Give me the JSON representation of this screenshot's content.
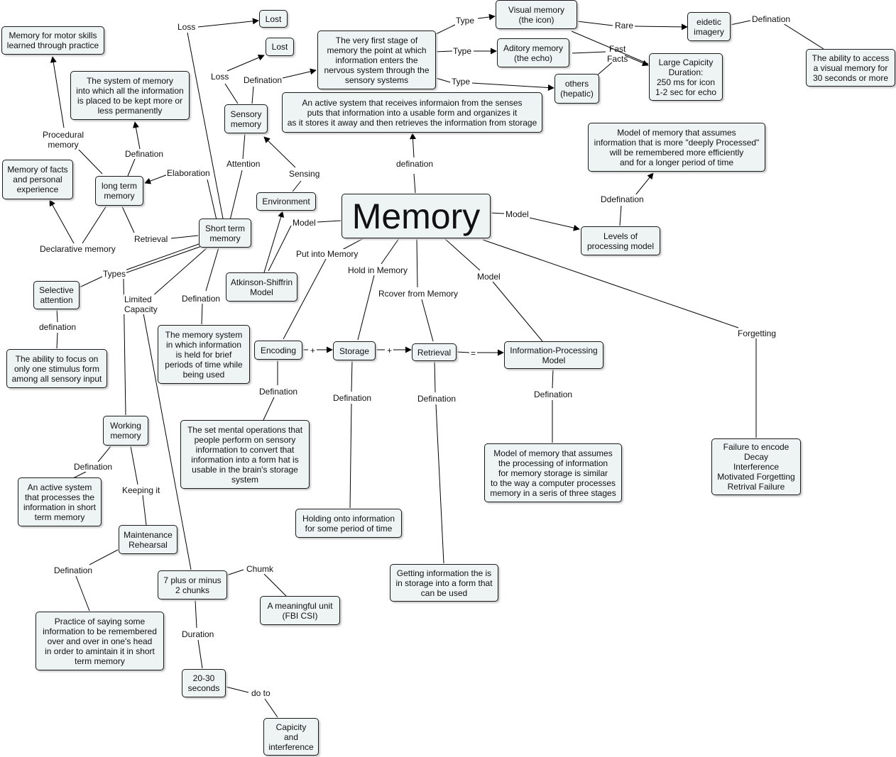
{
  "nodes": {
    "memory": "Memory",
    "memory_def": "An active system that receives informaion from the senses\nputs that information into a usable form and organizes it\nas it stores it away and then retrieves the information from storage",
    "sensory_memory": "Sensory\nmemory",
    "sensory_def": "The very first stage of\nmemory the point at which\ninformation enters the\nnervous system through the\nsensory systems",
    "lost_1": "Lost",
    "lost_2": "Lost",
    "visual_memory": "Visual memory\n(the icon)",
    "auditory_memory": "Aditory memory\n(the echo)",
    "others": "others\n(hepatic)",
    "eidetic": "eidetic\nimagery",
    "eidetic_def": "The ability to access\na visual memory for\n30 seconds or more",
    "large_capacity": "Large Capicity\nDuration:\n250 ms for icon\n1-2 sec for echo",
    "levels_def": "Model of memory that assumes\ninformation that is more \"deeply Processed\"\nwill be remembered more efficiently\nand for a longer period of time",
    "levels_model": "Levels of\nprocessing model",
    "environment": "Environment",
    "atkinson": "Atkinson-Shiffrin\nModel",
    "short_term": "Short term\nmemory",
    "long_term": "long term\nmemory",
    "long_term_def": "The system of memory\ninto which all the information\nis placed to be kept more or\nless permanently",
    "motor_skills": "Memory for motor skills\nlearned through practice",
    "facts": "Memory of facts\nand personal\nexperience",
    "selective": "Selective\nattention",
    "selective_def": "The ability to focus on\nonly one stimulus form\namong all sensory input",
    "working": "Working\nmemory",
    "working_def": "An active system\nthat processes the\ninformation in short\nterm memory",
    "maintenance": "Maintenance\nRehearsal",
    "maintenance_def": "Practice of saying some\ninformation to be remembered\nover and over in one's head\nin order to amintain it in short\nterm memory",
    "stm_def": "The memory system\nin which information\nis held for brief\nperiods of time while\nbeing used",
    "seven": "7 plus or minus\n2 chunks",
    "chunk_def": "A meaningful unit\n(FBI CSI)",
    "seconds": "20-30\nseconds",
    "capacity": "Capicity\nand\ninterference",
    "encoding": "Encoding",
    "encoding_def": "The set mental operations that\npeople perform on sensory\ninformation to convert that\ninformation into a form hat is\nusable in the brain's storage\nsystem",
    "storage": "Storage",
    "storage_def": "Holding onto information\nfor some period of time",
    "retrieval": "Retrieval",
    "retrieval_def": "Getting information the is\nin storage into a form that\ncan be used",
    "info_processing": "Information-Processing\nModel",
    "info_processing_def": "Model of memory that assumes\nthe processing of information\nfor memory storage is similar\nto the way a computer processes\nmemory in a seris of three stages",
    "forgetting_list": "Failure to encode\nDecay\nInterference\nMotivated Forgetting\nRetrival Failure"
  },
  "labels": {
    "loss_top": "Loss",
    "loss_2": "Loss",
    "defination_sensory": "Defination",
    "type_1": "Type",
    "type_2": "Type",
    "type_3": "Type",
    "rare": "Rare",
    "defination_eidetic": "Defination",
    "fast_facts": "Fast\nFacts",
    "defination_memory": "defination",
    "ddefination": "Ddefination",
    "model_levels": "Model",
    "sensing": "Sensing",
    "attention": "Attention",
    "elaboration": "Elaboration",
    "defination_ltm": "Defination",
    "procedural": "Procedural\nmemory",
    "declarative": "Declarative memory",
    "retrieval_link": "Retrieval",
    "model_atkinson": "Model",
    "types": "Types",
    "defination_selective": "defination",
    "limited_capacity": "Limited\nCapacity",
    "defination_stm": "Defination",
    "defination_working": "Defination",
    "keeping_it": "Keeping it",
    "defination_maintenance": "Defination",
    "chumk": "Chumk",
    "duration": "Duration",
    "do_to": "do to",
    "put_into": "Put into Memory",
    "hold_in": "Hold in Memory",
    "rcover": "Rcover from Memory",
    "model_ip": "Model",
    "forgetting": "Forgetting",
    "defination_encoding": "Defination",
    "defination_storage": "Defination",
    "defination_retrieval": "Defination",
    "defination_ip": "Defination",
    "plus_1": "+",
    "plus_2": "+",
    "equals": "="
  }
}
